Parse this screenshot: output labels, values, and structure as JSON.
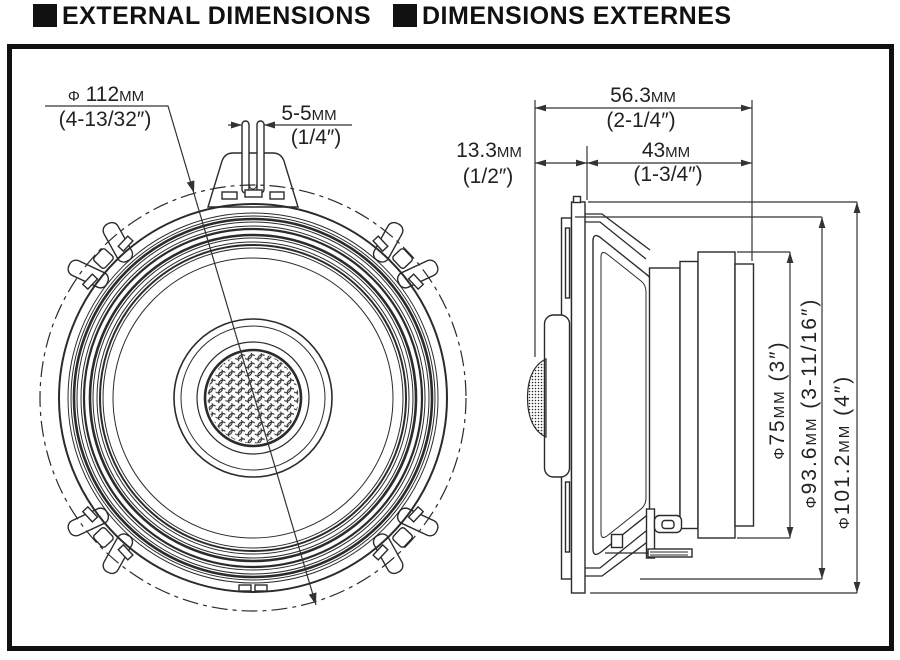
{
  "header": {
    "title_en": "EXTERNAL DIMENSIONS",
    "title_fr": "DIMENSIONS EXTERNES"
  },
  "front_view": {
    "diameter": {
      "mm": "φ 112mm",
      "inch": "(4-13/32″)"
    },
    "slot": {
      "mm": "5-5mm",
      "inch": "(1/4″)"
    }
  },
  "side_view": {
    "total_depth": {
      "mm": "56.3mm",
      "inch": "(2-1/4″)"
    },
    "protrusion": {
      "mm": "13.3mm",
      "inch": "(1/2″)"
    },
    "mount_depth": {
      "mm": "43mm",
      "inch": "(1-3/4″)"
    },
    "magnet_dia": "φ75mm (3″)",
    "gasket_dia": "φ93.6mm (3-11/16″)",
    "frame_dia": "φ101.2mm (4″)"
  },
  "colors": {
    "line": "#2b2b2b",
    "background": "#ffffff",
    "text": "#111111"
  }
}
